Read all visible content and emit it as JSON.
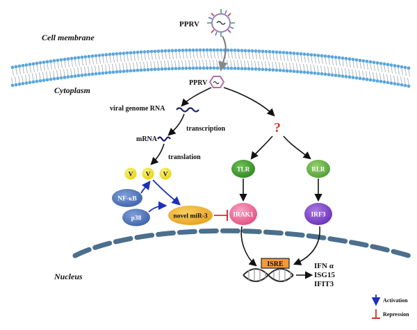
{
  "labels": {
    "pprv_top": "PPRV",
    "cell_membrane": "Cell membrane",
    "cytoplasm": "Cytoplasm",
    "pprv_cyto": "PPRV",
    "viral_genome_rna": "viral genome RNA",
    "transcription": "transcription",
    "mrna": "mRNA",
    "translation": "translation",
    "unknown": "?",
    "v": "V",
    "tlr": "TLR",
    "rlr": "RLR",
    "nfkb": "NF-κB",
    "p38": "p38",
    "novel_mir3": "novel miR-3",
    "irak1": "IRAK1",
    "irf3": "IRF3",
    "nucleus": "Nucleus",
    "isre": "ISRE",
    "ifn_alpha": "IFN α",
    "isg15": "ISG15",
    "ifit3": "IFIT3"
  },
  "legend": {
    "activation": "Activation",
    "repression": "Repression"
  },
  "colors": {
    "membrane_blue": "#5aa6dc",
    "tlr_green": "#3f9a2e",
    "rlr_green": "#69b54a",
    "irak1_pink": "#ec5f8f",
    "irf3_purple": "#7b3fc4",
    "mir_orange": "#f0b429",
    "nfkb_blue": "#4a72b6",
    "v_yellow": "#f2e100",
    "isre_orange": "#f29a3d",
    "question_red": "#e03a2a",
    "activation_blue": "#1c2fbf",
    "repression_red": "#d0312d",
    "nucleus_blue": "#4b6f8c"
  }
}
